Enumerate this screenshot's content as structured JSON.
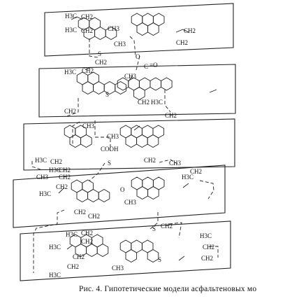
{
  "caption": "Рис. 4. Гипотетические модели асфальтеновых мо",
  "labels": {
    "p1_h3c_a": "H3C",
    "p1_ch2_a": "CH2",
    "p1_h3c_b": "H3C",
    "p1_ch2_b": "CH2",
    "p1_ch3_a": "CH3",
    "p1_ch3_b": "CH3",
    "p1_ch2_c": "CH2",
    "p1_ch2_d": "CH2",
    "p1_s": "S",
    "p1_ch2_e": "CH2",
    "p1_o": "O",
    "p1_c": "C",
    "p1_eqo": "=O",
    "p2_h3c": "H3C",
    "p2_ch2": "CH2",
    "p2_ch3": "CH3",
    "p2_s": "S",
    "p2_ch2_b": "CH2",
    "p2_h3c_b": "H3C",
    "p2_ch2_c": "CH2",
    "p2_ch2_d": "CH2",
    "p3_ch3": "CH3",
    "p3_ch3_b": "CH3",
    "p3_cooh": "COOH",
    "p3_s": "S",
    "p3_h3c": "H3C",
    "p3_ch2": "CH2",
    "p3_ch2_b": "CH2",
    "p3_ch3_c": "CH3",
    "p4_h3c_a": "H3C",
    "p4_ch2_a": "CH2",
    "p4_ch2_b": "CH2",
    "p4_ch3": "CH3",
    "p4_h3c_b": "H3C",
    "p4_ch2_c": "CH2",
    "p4_o": "O",
    "p4_ch3_b": "CH3",
    "p4_h3c_c": "H3C",
    "p4_ch2_d": "CH2",
    "p4_ch2_e": "CH2",
    "p4_ch2_f": "CH2",
    "p5_s": "S",
    "p5_ch2_link": "CH2",
    "p5_h3c_a": "H3C",
    "p5_ch2_a": "CH2",
    "p5_ch2_b": "CH2",
    "p5_h3c_b": "H3C",
    "p5_ch2_c": "CH2",
    "p5_ch2_d": "CH2",
    "p5_h3c_c": "H3C",
    "p5_ch3": "CH3",
    "p5_s2": "S",
    "p5_h3c_d": "H3C",
    "p5_ch2_e": "CH2",
    "p5_ch2_f": "CH2"
  }
}
